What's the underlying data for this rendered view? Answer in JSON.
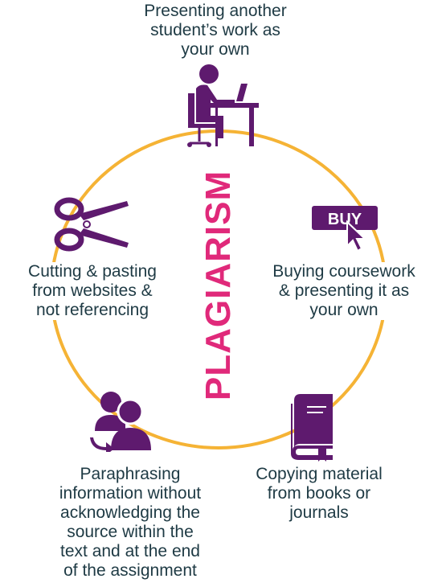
{
  "title": "PLAGIARISM",
  "items": [
    {
      "text": "Presenting another\nstudent’s work as\nyour own",
      "icon": "student-at-desk-icon"
    },
    {
      "text": "Buying coursework\n& presenting it as\nyour own",
      "icon": "buy-button-icon",
      "badge": "BUY"
    },
    {
      "text": "Copying material\nfrom books or\njournals",
      "icon": "book-icon"
    },
    {
      "text": "Paraphrasing\ninformation without\nacknowledging the\nsource within the\ntext and at the end\nof the assignment",
      "icon": "people-exchange-icon"
    },
    {
      "text": "Cutting & pasting\nfrom websites &\nnot referencing",
      "icon": "scissors-icon"
    }
  ],
  "colors": {
    "ring": "#f5b335",
    "icon": "#5e1a6e",
    "title": "#e0297a",
    "text": "#1e3a44"
  }
}
